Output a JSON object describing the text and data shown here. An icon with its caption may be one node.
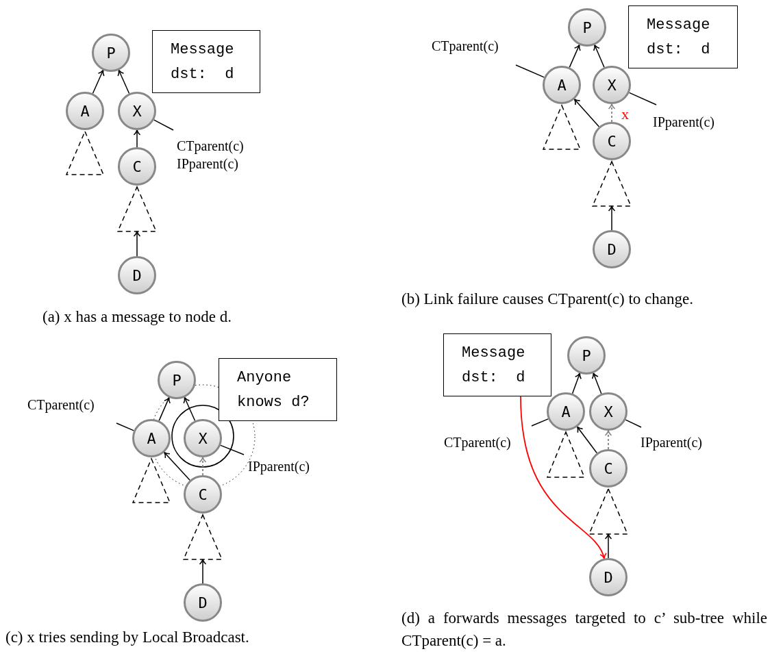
{
  "diagram": {
    "nodes": [
      {
        "text": [
          "P"
        ]
      },
      {
        "text": [
          "A"
        ]
      },
      {
        "text": [
          "X"
        ]
      },
      {
        "text": [
          "C"
        ]
      },
      {
        "text": [
          "D"
        ]
      },
      {
        "text": [],
        "shape": "triangle"
      },
      {
        "text": [],
        "shape": "triangle"
      },
      {
        "text": [
          "Message",
          "dst:  d"
        ]
      },
      {
        "text": [
          "CTparent(c)",
          "IPparent(c)"
        ]
      },
      {
        "text": [
          "P"
        ]
      },
      {
        "text": [
          "A"
        ]
      },
      {
        "text": [
          "X"
        ]
      },
      {
        "text": [
          "C"
        ]
      },
      {
        "text": [
          "D"
        ]
      },
      {
        "text": [],
        "shape": "triangle"
      },
      {
        "text": [],
        "shape": "triangle"
      },
      {
        "text": [
          "Message",
          "dst:  d"
        ]
      },
      {
        "text": [
          "CTparent(c)"
        ]
      },
      {
        "text": [
          "IPparent(c)"
        ]
      },
      {
        "text": [
          "P"
        ]
      },
      {
        "text": [
          "A"
        ]
      },
      {
        "text": [
          "X"
        ]
      },
      {
        "text": [
          "C"
        ]
      },
      {
        "text": [
          "D"
        ]
      },
      {
        "text": [],
        "shape": "triangle"
      },
      {
        "text": [],
        "shape": "triangle"
      },
      {
        "text": [
          "Anyone knows d?"
        ]
      },
      {
        "text": [
          "CTparent(c)"
        ]
      },
      {
        "text": [
          "IPparent(c)"
        ]
      },
      {
        "text": [
          "Message",
          "dst:  d"
        ]
      },
      {
        "text": [
          "P"
        ]
      },
      {
        "text": [
          "A"
        ]
      },
      {
        "text": [
          "X"
        ]
      },
      {
        "text": [
          "C"
        ]
      },
      {
        "text": [
          "D"
        ]
      },
      {
        "text": [],
        "shape": "triangle"
      },
      {
        "text": [],
        "shape": "triangle"
      },
      {
        "text": [
          "CTparent(c)"
        ]
      },
      {
        "text": [
          "IPparent(c)"
        ]
      }
    ],
    "edges": [
      {
        "from": 1,
        "to": 0,
        "arrow": "to"
      },
      {
        "from": 2,
        "to": 0,
        "arrow": "to"
      },
      {
        "from": 3,
        "to": 2,
        "arrow": "to"
      },
      {
        "from": 4,
        "to": 6,
        "arrow": "to"
      },
      {
        "from": 8,
        "to": 2,
        "arrow": "none"
      },
      {
        "from": 10,
        "to": 9,
        "arrow": "to"
      },
      {
        "from": 11,
        "to": 9,
        "arrow": "to"
      },
      {
        "from": 12,
        "to": 11,
        "arrow": "to",
        "style": "dashed",
        "color": "#808080"
      },
      {
        "from": 12,
        "to": 10,
        "arrow": "to"
      },
      {
        "from": 13,
        "to": 15,
        "arrow": "to"
      },
      {
        "from": 17,
        "to": 10,
        "arrow": "none"
      },
      {
        "from": 18,
        "to": 11,
        "arrow": "none"
      },
      {
        "from": 20,
        "to": 19,
        "arrow": "to"
      },
      {
        "from": 21,
        "to": 19,
        "arrow": "to"
      },
      {
        "from": 22,
        "to": 21,
        "arrow": "to",
        "style": "dashed",
        "color": "#808080"
      },
      {
        "from": 22,
        "to": 20,
        "arrow": "to"
      },
      {
        "from": 23,
        "to": 25,
        "arrow": "to"
      },
      {
        "from": 27,
        "to": 20,
        "arrow": "none"
      },
      {
        "from": 28,
        "to": 21,
        "arrow": "none"
      },
      {
        "from": 31,
        "to": 30,
        "arrow": "to"
      },
      {
        "from": 32,
        "to": 30,
        "arrow": "to"
      },
      {
        "from": 33,
        "to": 32,
        "arrow": "to",
        "style": "dashed",
        "color": "#808080"
      },
      {
        "from": 33,
        "to": 31,
        "arrow": "to"
      },
      {
        "from": 34,
        "to": 36,
        "arrow": "to"
      },
      {
        "from": 37,
        "to": 31,
        "arrow": "none"
      },
      {
        "from": 38,
        "to": 32,
        "arrow": "none"
      },
      {
        "from": 29,
        "to": 34,
        "arrow": "to",
        "color": "#ff0000"
      }
    ],
    "labels": [
      "x",
      "(a) x has a message to node d.",
      "(b) Link failure causes CTparent(c) to change.",
      "(c) x tries sending by Local Broadcast.",
      "(d) a forwards messages targeted to c’ sub-tree while CTparent(c) = a."
    ]
  }
}
